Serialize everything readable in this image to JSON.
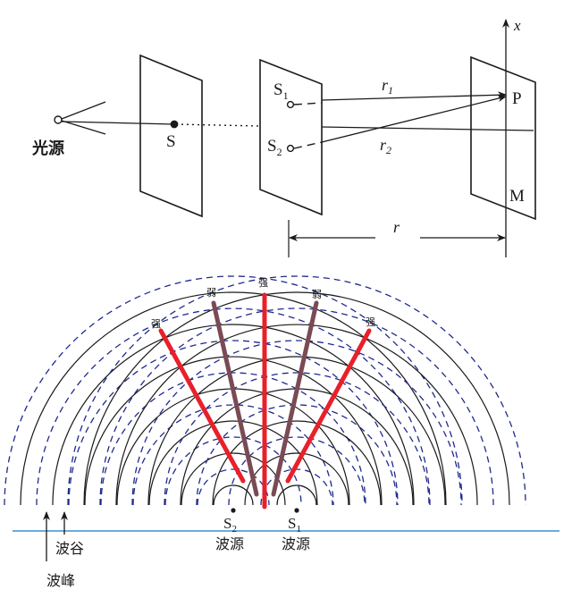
{
  "top": {
    "source_label": "光源",
    "s_label": "S",
    "s1": {
      "letter": "S",
      "sub": "1"
    },
    "s2": {
      "letter": "S",
      "sub": "2"
    },
    "r1": {
      "letter": "r",
      "sub": "1"
    },
    "r2": {
      "letter": "r",
      "sub": "2"
    },
    "p_label": "P",
    "m_label": "M",
    "x_label": "x",
    "r_label": "r"
  },
  "bottom": {
    "strong": "强",
    "weak": "弱",
    "s1": {
      "letter": "S",
      "sub": "1"
    },
    "s2": {
      "letter": "S",
      "sub": "2"
    },
    "wave_source": "波源",
    "trough": "波谷",
    "crest": "波峰"
  },
  "colors": {
    "ink": "#1a1a1a",
    "dashed": "#1f2a8c",
    "strong_line": "#e8202a",
    "weak_line": "#7a4a55",
    "water_line": "#3b8fd1"
  }
}
